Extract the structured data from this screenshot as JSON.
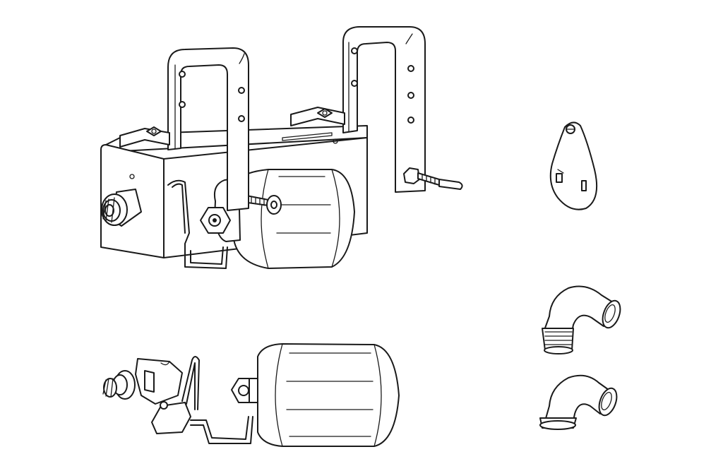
{
  "figure": {
    "background": "#ffffff",
    "line_color": "#1a1a1a",
    "parts": [
      {
        "id": "assembled-float-valve-unit",
        "kind": "assembly"
      },
      {
        "id": "float-arm-plate",
        "kind": "part"
      },
      {
        "id": "threaded-elbow-fitting",
        "kind": "part"
      },
      {
        "id": "plain-elbow-fitting",
        "kind": "part"
      },
      {
        "id": "valve-with-float-exploded",
        "kind": "assembly"
      }
    ]
  }
}
